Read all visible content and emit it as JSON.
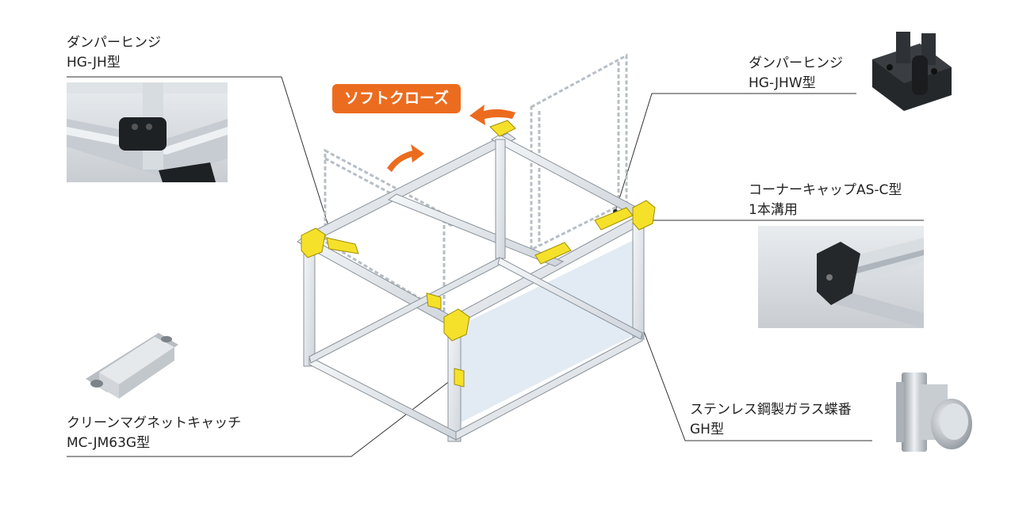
{
  "badge": {
    "text": "ソフトクローズ",
    "color": "#ec6c1f"
  },
  "accent_yellow": "#f5e12a",
  "parts": [
    {
      "id": "damper-hinge-hg-jh",
      "line1": "ダンパーヒンジ",
      "line2": "HG-JH型"
    },
    {
      "id": "damper-hinge-hg-jhw",
      "line1": "ダンパーヒンジ",
      "line2": "HG-JHW型"
    },
    {
      "id": "corner-cap",
      "line1": "コーナーキャップAS-C型",
      "line2": "1本溝用"
    },
    {
      "id": "clean-magnet-catch",
      "line1": "クリーンマグネットキャッチ",
      "line2": "MC-JM63G型"
    },
    {
      "id": "glass-hinge",
      "line1": "ステンレス鋼製ガラス蝶番",
      "line2": "GH型"
    }
  ]
}
